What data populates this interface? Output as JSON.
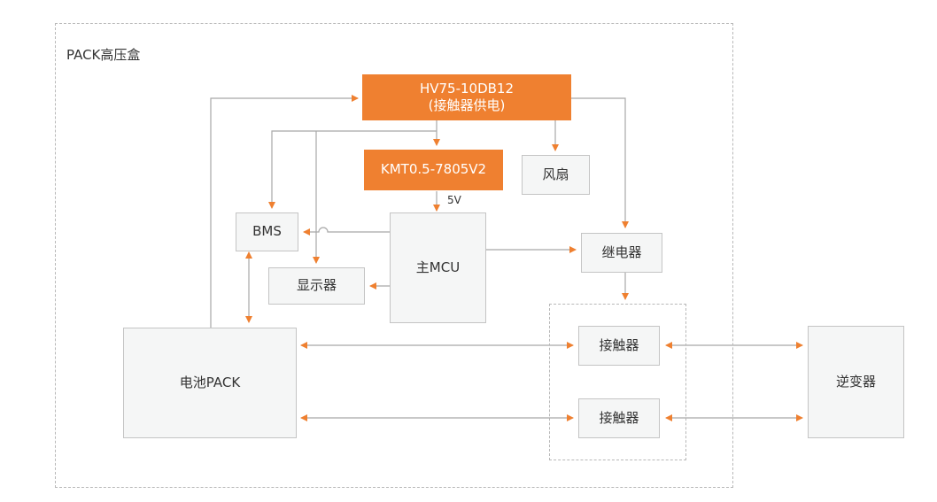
{
  "frame_title": "PACK高压盒",
  "blocks": {
    "hv_supply": {
      "line1": "HV75-10DB12",
      "line2": "(接触器供电)"
    },
    "dcdc": "KMT0.5-7805V2",
    "fan": "风扇",
    "bms": "BMS",
    "display": "显示器",
    "mcu": "主MCU",
    "relay": "继电器",
    "contactor_1": "接触器",
    "contactor_2": "接触器",
    "battery_pack": "电池PACK",
    "inverter": "逆变器"
  },
  "labels": {
    "five_volt": "5V"
  },
  "colors": {
    "orange": "#ef8030",
    "line": "#a8a8a8",
    "arrow": "#ef8030",
    "box_fill": "#f5f6f6"
  }
}
